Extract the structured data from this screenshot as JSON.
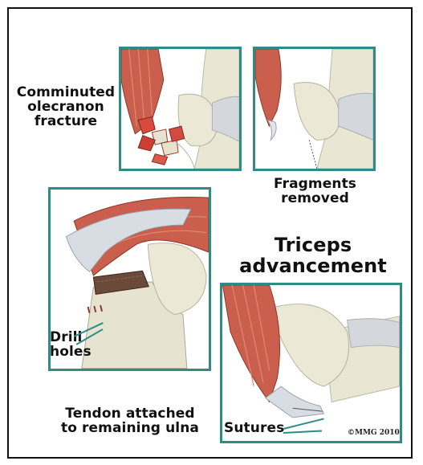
{
  "labels": {
    "comminuted": "Comminuted\nolecranon\nfracture",
    "fragments": "Fragments\nremoved",
    "triceps": "Triceps\nadvancement",
    "drill": "Drill\nholes",
    "tendon": "Tendon attached\nto remaining ulna",
    "sutures": "Sutures",
    "copyright": "©MMG 2010"
  },
  "colors": {
    "panel_border": "#2e8c84",
    "muscle": "#c95f4c",
    "bone": "#e8e6d2",
    "tendon": "#d7dde3"
  }
}
